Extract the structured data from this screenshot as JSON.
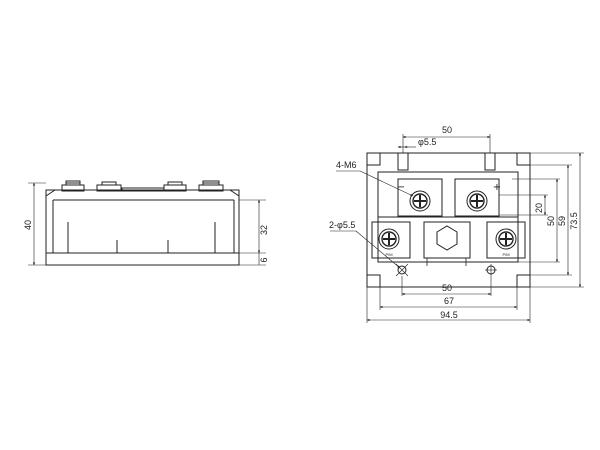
{
  "side_view": {
    "dims": {
      "total_height": "40",
      "body_height": "32",
      "base_height": "6"
    }
  },
  "front_view": {
    "dims": {
      "top_hole_spacing": "50",
      "top_hole_dia": "φ5.5",
      "screw_label": "4-M6",
      "mount_hole_label": "2-φ5.5",
      "bottom_hole_spacing": "50",
      "bottom_width": "67",
      "total_width": "94.5",
      "v_dim_20": "20",
      "v_dim_50": "50",
      "v_dim_59": "59",
      "v_dim_73_5": "73.5"
    },
    "terminals": {
      "minus": "−",
      "plus": "+",
      "left_tag": "P/M",
      "right_tag": "P/M"
    }
  },
  "colors": {
    "line": "#222222",
    "background": "#ffffff"
  }
}
